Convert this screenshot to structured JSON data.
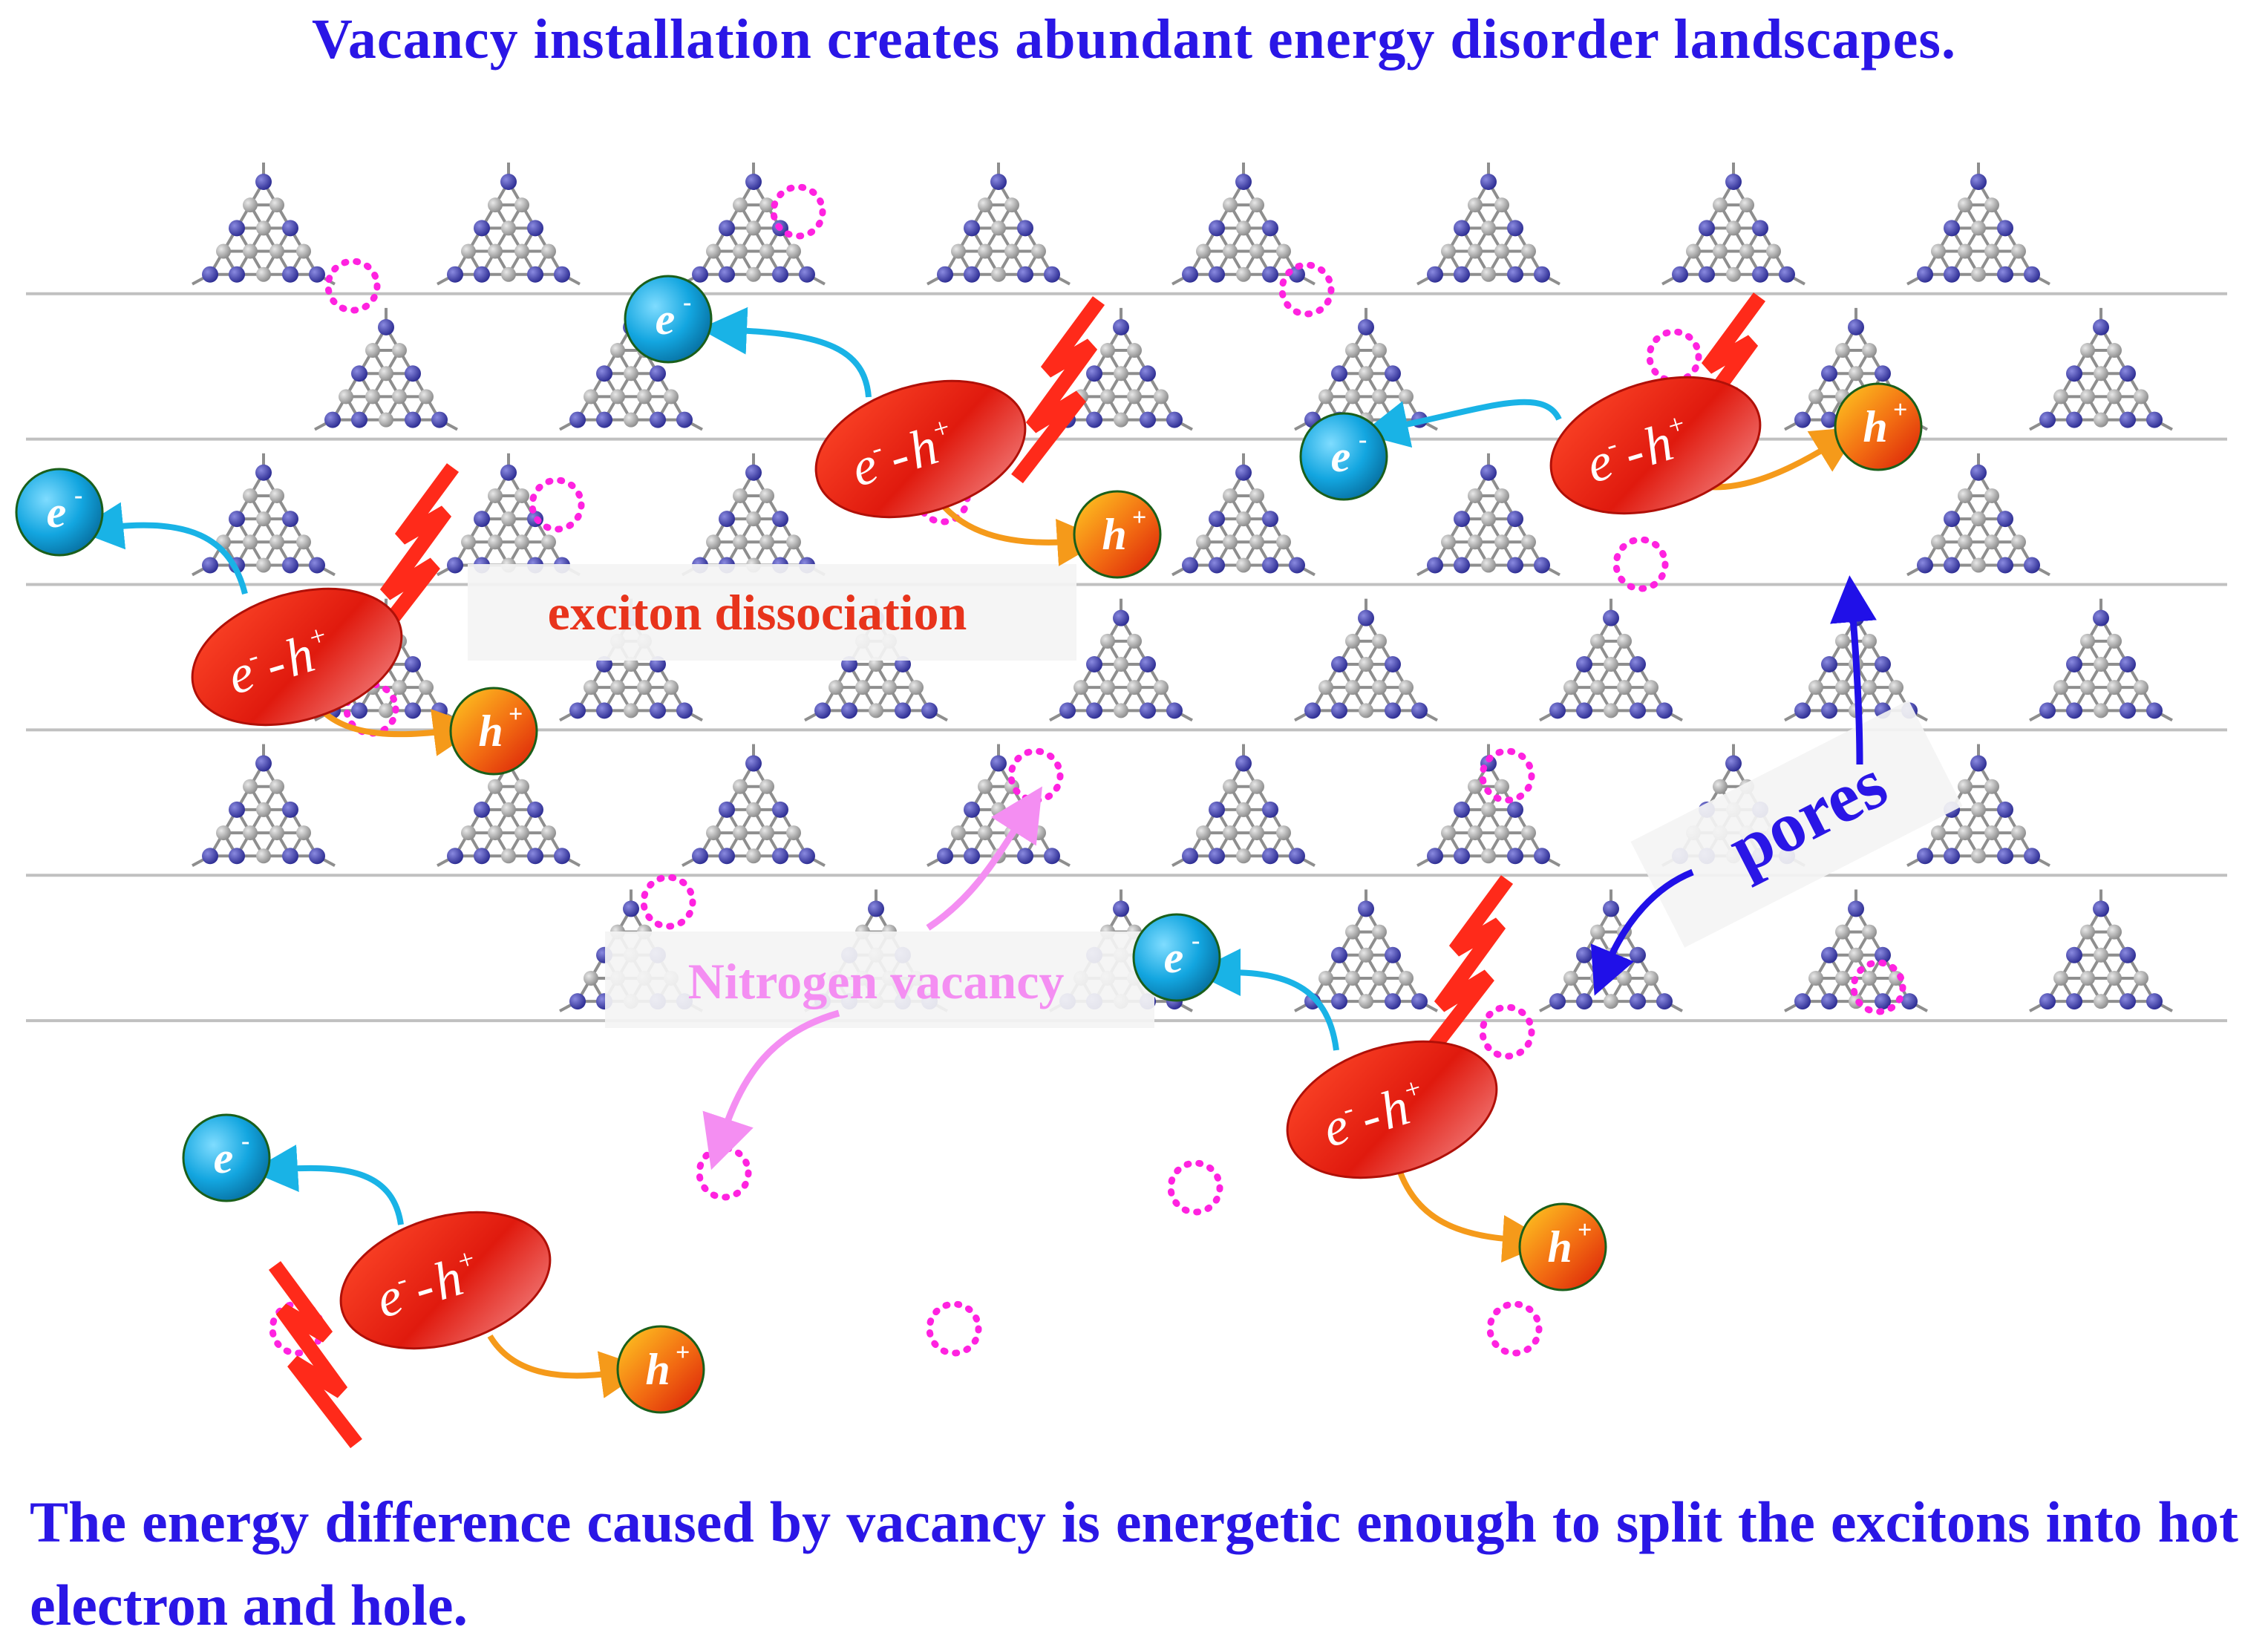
{
  "title": "Vacancy installation creates abundant energy disorder landscapes.",
  "caption": "The energy difference caused by vacancy is energetic enough to split the excitons into hot electron and hole.",
  "labels": {
    "exciton_dissociation": "exciton dissociation",
    "nitrogen_vacancy": "Nitrogen vacancy",
    "pores": "pores"
  },
  "particles": {
    "electron_symbol": "e",
    "electron_superscript": "-",
    "hole_symbol": "h",
    "hole_superscript": "+",
    "pair_separator": "-"
  },
  "colors": {
    "title_text": "#2a16e6",
    "caption_text": "#2a16e6",
    "exciton_label": "#e8341c",
    "vacancy_label": "#f48ef2",
    "vacancy_marker": "#ff22e0",
    "pores_label": "#2a16e6",
    "nitrogen_atom": "#3a3aa0",
    "carbon_atom": "#a8a8a8",
    "bond": "#8e8e8e",
    "electron": "#13a6e0",
    "electron_arrow": "#19b3e6",
    "hole": "#e2300f",
    "hole_arrow": "#f59a1a",
    "exciton": "#e21a10",
    "light_bolt": "#ff2a1a",
    "pores_arrow": "#2010e8"
  },
  "icons": {
    "exciton": "red-ellipse",
    "electron": "blue-sphere",
    "hole": "orange-sphere",
    "photon": "zigzag-lightning-bolt",
    "vacancy": "dotted-magenta-circle"
  }
}
